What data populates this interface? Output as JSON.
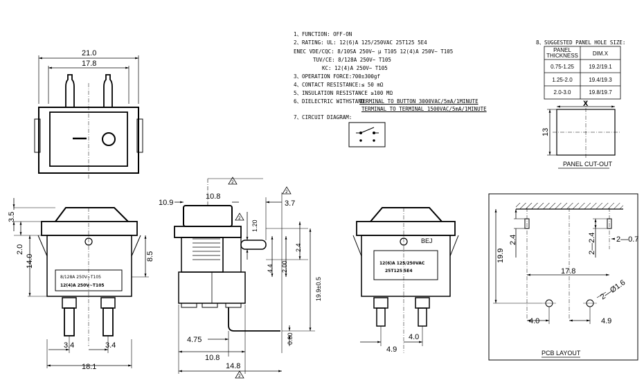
{
  "specs": {
    "function": "1、FUNCTION: OFF-ON",
    "rating_ul": "2、RATING:   UL: 12(6)A 125/250VAC 25T125 5E4",
    "rating_enec": "ENEC VDE/CQC: 8/10SA 250V~ μ T105        12(4)A 250V~ T105",
    "rating_tuv": "TUV/CE: 8/128A 250V~ T105",
    "rating_kc": "KC: 12(4)A 250V~ T105",
    "operation_force": "3、OPERATION FORCE:700±300gf",
    "contact_resistance": "4、CONTACT RESISTANCE:≤ 50 mΩ",
    "insulation_resistance": "5、INSULATION RESISTANCE ≥100 MΩ",
    "dielectric_label": "6、DIELECTRIC WITHSTAND:",
    "dielectric_1": "TERMINAL TO BUTTON 3000VAC/5mA/1MINUTE",
    "dielectric_2": "TERMINAL TO TERMINAL 1500VAC/5mA/1MINUTE",
    "circuit_diagram": "7、CIRCUIT DIAGRAM:"
  },
  "panel_table": {
    "title": "8、SUGGESTED PANEL HOLE SIZE:",
    "header_thickness": "PANEL THICKNESS",
    "header_dim": "DIM.X",
    "rows": [
      {
        "thickness": "0.75-1.25",
        "dim": "19.2/19.1"
      },
      {
        "thickness": "1.25-2.0",
        "dim": "19.4/19.3"
      },
      {
        "thickness": "2.0-3.0",
        "dim": "19.8/19.7"
      }
    ]
  },
  "cutout": {
    "x_label": "X",
    "height": "13",
    "caption": "PANEL CUT-OUT"
  },
  "pcb": {
    "caption": "PCB  LAYOUT",
    "d_2_4": "2.4",
    "d_2_2_4": "2—2.4",
    "d_2_0_7": "2—0.7",
    "d_19_9": "19.9",
    "d_17_8": "17.8",
    "d_hole": "2—Ø1.6",
    "d_4_0": "4.0",
    "d_4_9": "4.9"
  },
  "top_view": {
    "d_21": "21.0",
    "d_17_8": "17.8"
  },
  "front_view": {
    "d_3_5": "3.5",
    "d_2_0": "2.0",
    "d_14_0": "14.0",
    "d_8_5": "8.5",
    "d_3_4a": "3.4",
    "d_3_4b": "3.4",
    "d_18_1": "18.1",
    "label1": "8/128A 250V~T105",
    "label2": "12(4)A 250V~T105"
  },
  "side_view": {
    "d_10_9": "10.9",
    "d_10_8a": "10.8",
    "d_3_7": "3.7",
    "d_1_20": "1.20",
    "d_4_4": "4.4",
    "d_2_00": "2.00",
    "d_2_4": "2.4",
    "d_19_9": "19.9±0.5",
    "d_4_75": "4.75",
    "d_10_8b": "10.8",
    "d_14_8": "14.8",
    "d_0_80": "0.80",
    "flag": "2"
  },
  "back_view": {
    "bej": "BEJ",
    "label1": "12(6)A 125/250VAC",
    "label2": "25T125 5E4",
    "d_4_9": "4.9",
    "d_4_0": "4.0"
  }
}
